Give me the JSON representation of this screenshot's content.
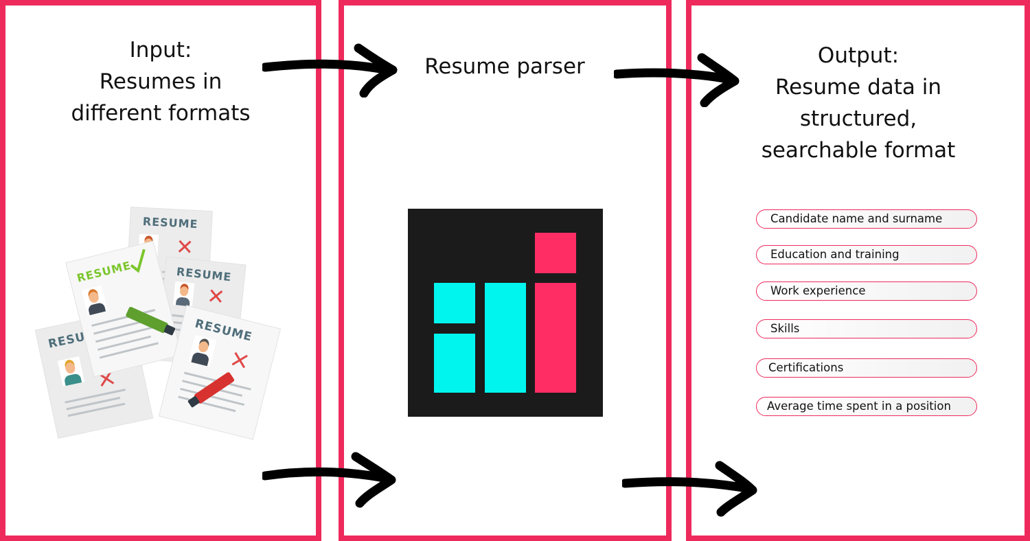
{
  "stages": [
    {
      "heading": "Input:\nResumes in\ndifferent formats"
    },
    {
      "heading": "Resume parser"
    },
    {
      "heading": "Output:\nResume data in\nstructured,\nsearchable format"
    }
  ],
  "resume_word": "RESUME",
  "resume_word_cut": "RESU",
  "output_fields": [
    "Candidate name and surname",
    "Education and training",
    "Work experience",
    "Skills",
    "Certifications",
    "Average time spent in a position"
  ],
  "colors": {
    "frame": "#ee2a5c",
    "logo_bg": "#1b1b1b",
    "logo_cyan": "#00f5ee",
    "logo_pink": "#ff2d63",
    "resume_title": "#4f6e7a",
    "resume_green": "#7cc62d",
    "reject_red": "#e04848"
  },
  "icons": [
    "arrow-right-icon",
    "resume-document-icon",
    "checkmark-icon",
    "cross-icon",
    "marker-icon",
    "avatar-icon",
    "parser-logo"
  ]
}
